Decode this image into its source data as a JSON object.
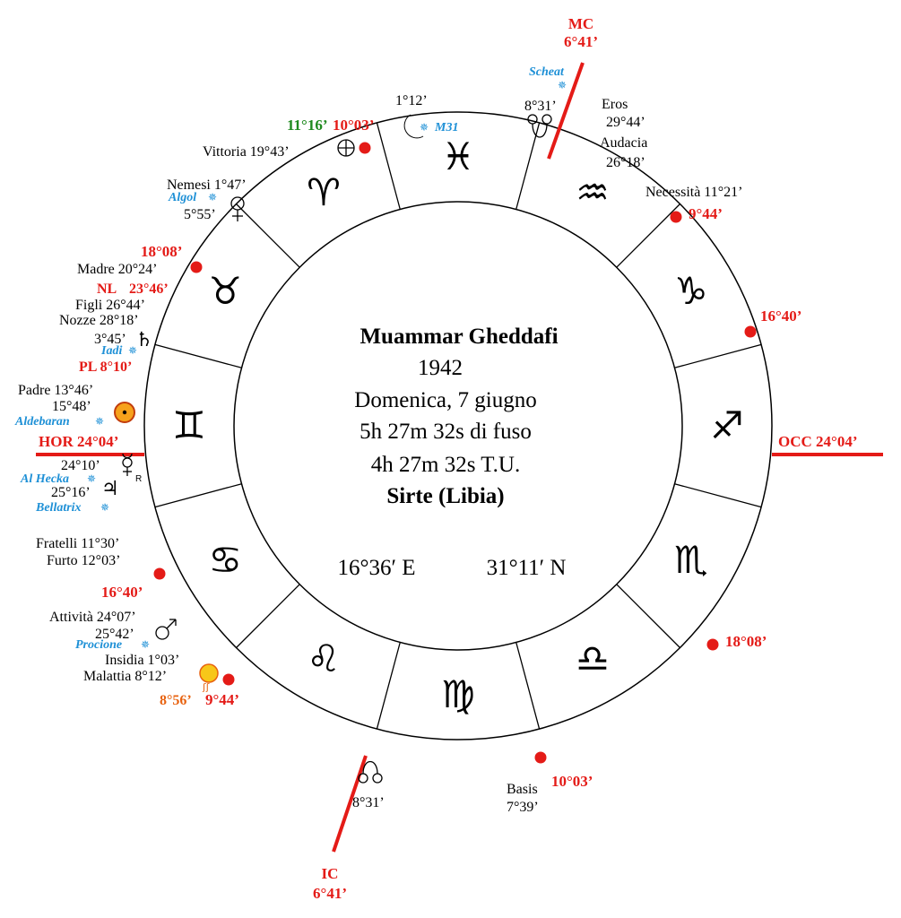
{
  "center": {
    "name": "Muammar Gheddafi",
    "year": "1942",
    "date": "Domenica, 7 giugno",
    "local_time": "5h 27m 32s di fuso",
    "ut_time": "4h 27m 32s T.U.",
    "place": "Sirte (Libia)",
    "longitude": "16°36′ E",
    "latitude": "31°11′ N"
  },
  "axes": {
    "mc": {
      "label": "MC",
      "degree": "6°41’"
    },
    "ic": {
      "label": "IC",
      "degree": "6°41’"
    },
    "hor": "HOR 24°04’",
    "occ": "OCC 24°04’"
  },
  "signs": [
    {
      "name": "Pisces",
      "glyph": "♓"
    },
    {
      "name": "Aquarius",
      "glyph": "♒"
    },
    {
      "name": "Capricorn",
      "glyph": "♑"
    },
    {
      "name": "Sagittarius",
      "glyph": "♐"
    },
    {
      "name": "Scorpio",
      "glyph": "♏"
    },
    {
      "name": "Libra",
      "glyph": "♎"
    },
    {
      "name": "Virgo",
      "glyph": "♍"
    },
    {
      "name": "Leo",
      "glyph": "♌"
    },
    {
      "name": "Cancer",
      "glyph": "♋"
    },
    {
      "name": "Gemini",
      "glyph": "♊"
    },
    {
      "name": "Taurus",
      "glyph": "♉"
    },
    {
      "name": "Aries",
      "glyph": "♈"
    }
  ],
  "cusps": {
    "c1": "10°03’",
    "c2": "9°44’",
    "c3": "16°40’",
    "c4": "18°08’",
    "c5": "10°03’",
    "c6": "9°44’",
    "c7": "16°40’",
    "c8": "18°08’",
    "c_green": "11°16’"
  },
  "labels": {
    "vittoria": "Vittoria  19°43’",
    "moon_deg": "1°12’",
    "m31": "M31",
    "scheat": "Scheat",
    "node_top_deg": "8°31’",
    "eros": "Eros",
    "eros_deg": "29°44’",
    "audacia": "Audacia",
    "audacia_deg": "26°18’",
    "necessita": "Necessità  11°21’",
    "nemesi": "Nemesi 1°47’",
    "algol": "Algol",
    "venus_deg": "5°55’",
    "madre": "Madre 20°24’",
    "nl": "NL",
    "nl_deg": "23°46’",
    "figli": "Figli 26°44’",
    "nozze": "Nozze 28°18’",
    "saturn_deg": "3°45’",
    "iadi": "Iadi",
    "pl": "PL 8°10’",
    "padre": "Padre 13°46’",
    "sun_deg": "15°48’",
    "aldebaran": "Aldebaran",
    "mercury_deg": "24°10’",
    "retro": "R",
    "al_hecka": "Al Hecka",
    "jupiter_deg": "25°16’",
    "bellatrix": "Bellatrix",
    "fratelli": "Fratelli 11°30’",
    "furto": "Furto 12°03’",
    "attivita": "Attività 24°07’",
    "mars_deg": "25°42’",
    "procione": "Procione",
    "insidia": "Insidia 1°03’",
    "malattia": "Malattia 8°12’",
    "sun2_deg": "8°56’",
    "basis": "Basis",
    "basis_deg": "7°39’",
    "node_bottom_deg": "8°31’"
  },
  "colors": {
    "red": "#e41b17",
    "blue": "#1e90d6",
    "green": "#1f8a1f",
    "orange": "#e8620f"
  }
}
